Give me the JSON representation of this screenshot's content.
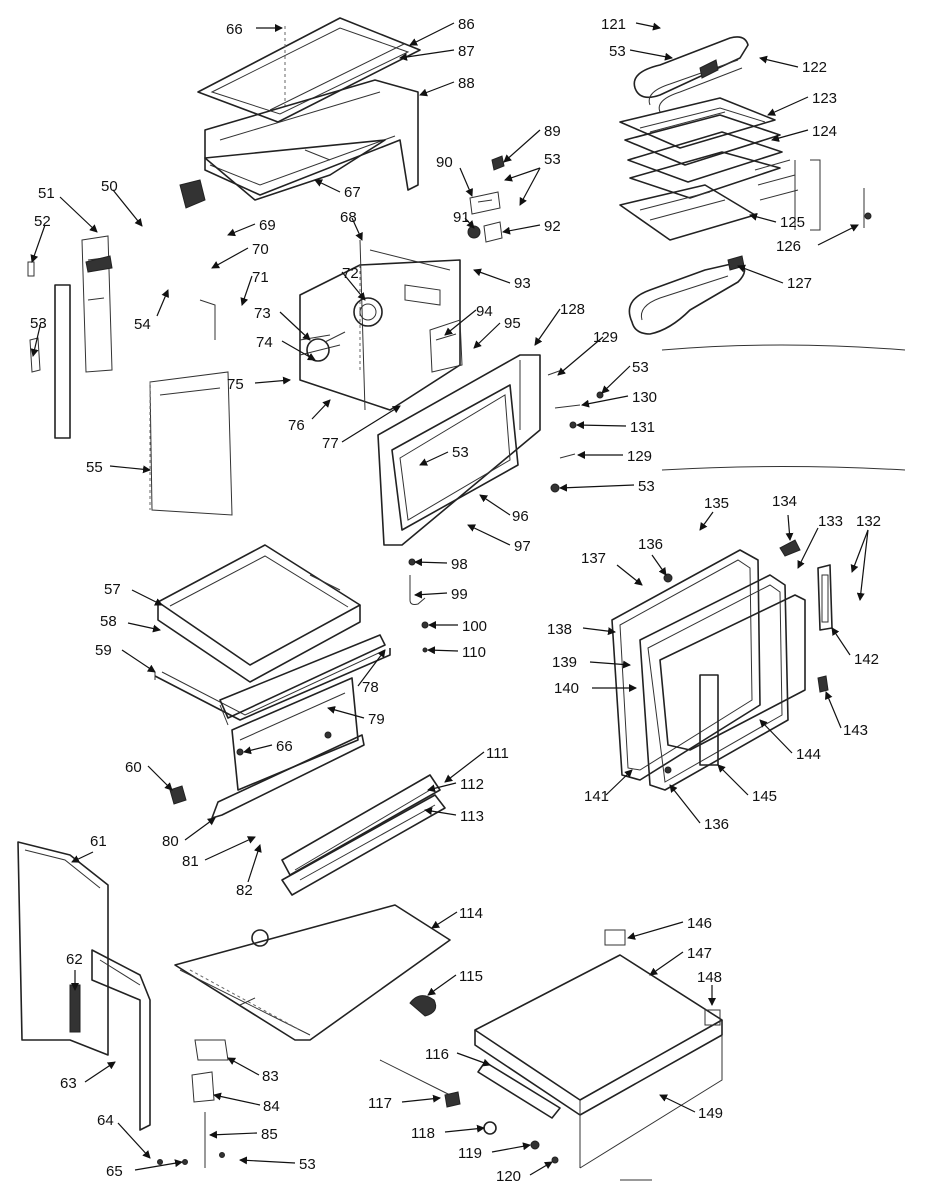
{
  "callouts": [
    {
      "id": "66",
      "label": "66"
    },
    {
      "id": "86",
      "label": "86"
    },
    {
      "id": "87",
      "label": "87"
    },
    {
      "id": "88",
      "label": "88"
    },
    {
      "id": "67",
      "label": "67"
    },
    {
      "id": "121",
      "label": "121"
    },
    {
      "id": "53a",
      "label": "53"
    },
    {
      "id": "122",
      "label": "122"
    },
    {
      "id": "123",
      "label": "123"
    },
    {
      "id": "124",
      "label": "124"
    },
    {
      "id": "89",
      "label": "89"
    },
    {
      "id": "90",
      "label": "90"
    },
    {
      "id": "53b",
      "label": "53"
    },
    {
      "id": "125",
      "label": "125"
    },
    {
      "id": "126",
      "label": "126"
    },
    {
      "id": "127",
      "label": "127"
    },
    {
      "id": "51",
      "label": "51"
    },
    {
      "id": "50",
      "label": "50"
    },
    {
      "id": "52",
      "label": "52"
    },
    {
      "id": "69",
      "label": "69"
    },
    {
      "id": "68",
      "label": "68"
    },
    {
      "id": "70",
      "label": "70"
    },
    {
      "id": "91",
      "label": "91"
    },
    {
      "id": "92",
      "label": "92"
    },
    {
      "id": "93",
      "label": "93"
    },
    {
      "id": "72",
      "label": "72"
    },
    {
      "id": "71",
      "label": "71"
    },
    {
      "id": "54",
      "label": "54"
    },
    {
      "id": "53c",
      "label": "53"
    },
    {
      "id": "73",
      "label": "73"
    },
    {
      "id": "74",
      "label": "74"
    },
    {
      "id": "94",
      "label": "94"
    },
    {
      "id": "95",
      "label": "95"
    },
    {
      "id": "128",
      "label": "128"
    },
    {
      "id": "129a",
      "label": "129"
    },
    {
      "id": "53d",
      "label": "53"
    },
    {
      "id": "75",
      "label": "75"
    },
    {
      "id": "130",
      "label": "130"
    },
    {
      "id": "131",
      "label": "131"
    },
    {
      "id": "76",
      "label": "76"
    },
    {
      "id": "77",
      "label": "77"
    },
    {
      "id": "53e",
      "label": "53"
    },
    {
      "id": "129b",
      "label": "129"
    },
    {
      "id": "55",
      "label": "55"
    },
    {
      "id": "53f",
      "label": "53"
    },
    {
      "id": "135",
      "label": "135"
    },
    {
      "id": "134",
      "label": "134"
    },
    {
      "id": "133",
      "label": "133"
    },
    {
      "id": "132",
      "label": "132"
    },
    {
      "id": "96",
      "label": "96"
    },
    {
      "id": "97",
      "label": "97"
    },
    {
      "id": "136a",
      "label": "136"
    },
    {
      "id": "137",
      "label": "137"
    },
    {
      "id": "98",
      "label": "98"
    },
    {
      "id": "57",
      "label": "57"
    },
    {
      "id": "99",
      "label": "99"
    },
    {
      "id": "58",
      "label": "58"
    },
    {
      "id": "100",
      "label": "100"
    },
    {
      "id": "138",
      "label": "138"
    },
    {
      "id": "59",
      "label": "59"
    },
    {
      "id": "110",
      "label": "110"
    },
    {
      "id": "142",
      "label": "142"
    },
    {
      "id": "139",
      "label": "139"
    },
    {
      "id": "140",
      "label": "140"
    },
    {
      "id": "78",
      "label": "78"
    },
    {
      "id": "79",
      "label": "79"
    },
    {
      "id": "143",
      "label": "143"
    },
    {
      "id": "66b",
      "label": "66"
    },
    {
      "id": "144",
      "label": "144"
    },
    {
      "id": "60",
      "label": "60"
    },
    {
      "id": "111",
      "label": "111"
    },
    {
      "id": "141",
      "label": "141"
    },
    {
      "id": "145",
      "label": "145"
    },
    {
      "id": "112",
      "label": "112"
    },
    {
      "id": "113",
      "label": "113"
    },
    {
      "id": "136b",
      "label": "136"
    },
    {
      "id": "80",
      "label": "80"
    },
    {
      "id": "81",
      "label": "81"
    },
    {
      "id": "61",
      "label": "61"
    },
    {
      "id": "82",
      "label": "82"
    },
    {
      "id": "114",
      "label": "114"
    },
    {
      "id": "146",
      "label": "146"
    },
    {
      "id": "147",
      "label": "147"
    },
    {
      "id": "62",
      "label": "62"
    },
    {
      "id": "148",
      "label": "148"
    },
    {
      "id": "115",
      "label": "115"
    },
    {
      "id": "116",
      "label": "116"
    },
    {
      "id": "83",
      "label": "83"
    },
    {
      "id": "63",
      "label": "63"
    },
    {
      "id": "84",
      "label": "84"
    },
    {
      "id": "117",
      "label": "117"
    },
    {
      "id": "149",
      "label": "149"
    },
    {
      "id": "118",
      "label": "118"
    },
    {
      "id": "64",
      "label": "64"
    },
    {
      "id": "85",
      "label": "85"
    },
    {
      "id": "119",
      "label": "119"
    },
    {
      "id": "65",
      "label": "65"
    },
    {
      "id": "53g",
      "label": "53"
    },
    {
      "id": "120",
      "label": "120"
    }
  ]
}
